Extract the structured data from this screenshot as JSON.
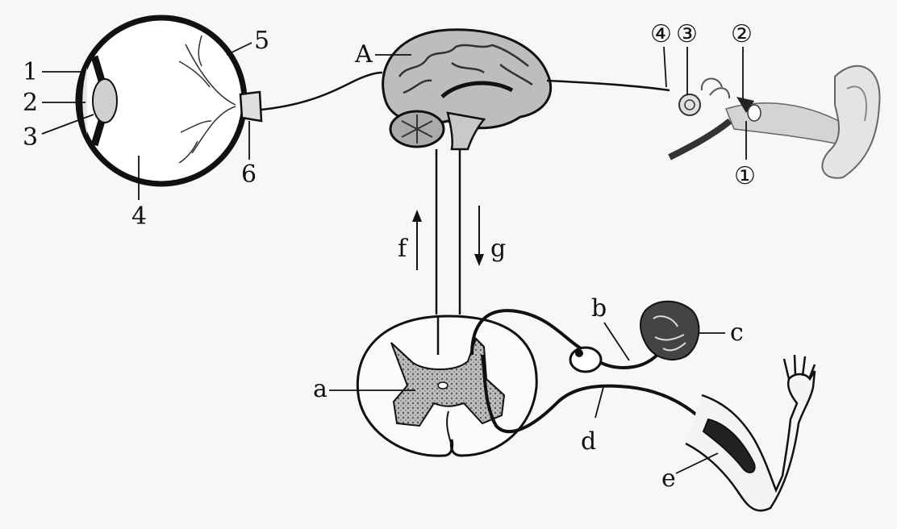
{
  "labels": {
    "eye_1": "1",
    "eye_2": "2",
    "eye_3": "3",
    "eye_4": "4",
    "eye_5": "5",
    "eye_6": "6",
    "brain_A": "A",
    "ear_1": "①",
    "ear_2": "②",
    "ear_3": "③",
    "ear_4": "④",
    "arrow_f": "f",
    "arrow_g": "g",
    "cord_a": "a",
    "nerve_b": "b",
    "receptor_c": "c",
    "nerve_d": "d",
    "effector_e": "e"
  },
  "colors": {
    "ink": "#111111",
    "gray_matter": "#8a8a8a",
    "brain_fill": "#b8b8b8",
    "ear_fill": "#d9d9d9"
  }
}
